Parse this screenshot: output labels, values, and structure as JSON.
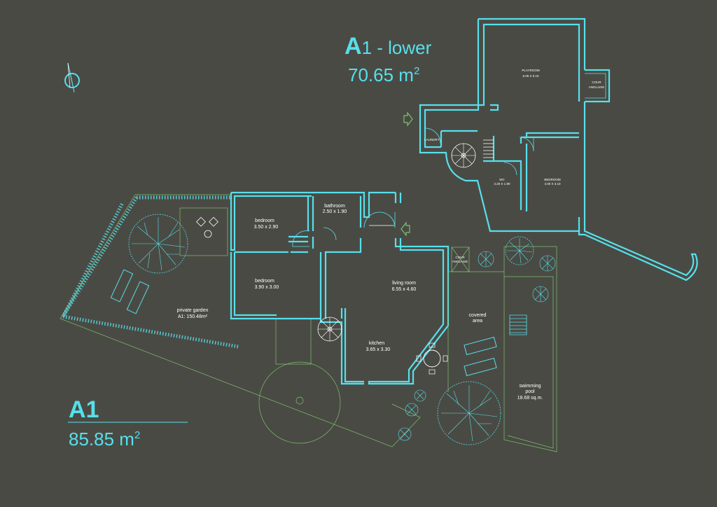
{
  "colors": {
    "background": "#4a4a44",
    "walls": "#56e0ec",
    "landscape": "#7cc070",
    "text": "#ffffff"
  },
  "lower_unit": {
    "letter": "A",
    "title_rest": "1 - lower",
    "area_number": "70.65 m",
    "area_sup": "2"
  },
  "main_unit": {
    "letter": "A",
    "title_rest": "1",
    "area_number": "85.85 m",
    "area_sup": "2"
  },
  "rooms": {
    "bedroom1": {
      "name": "bedroom",
      "size": "3.50 x 2.90"
    },
    "bathroom": {
      "name": "bathroom",
      "size": "2.50 x 1.90"
    },
    "bedroom2": {
      "name": "bedroom",
      "size": "3.90 x 3.00"
    },
    "living": {
      "name": "living room",
      "size": "6.55 x 4.60"
    },
    "kitchen": {
      "name": "kitchen",
      "size": "3.65 x 3.30"
    },
    "garden": {
      "name": "private garden",
      "size": "A1: 150.48m²"
    },
    "covered": {
      "line1": "covered",
      "line2": "area"
    },
    "pool": {
      "line1": "swimming",
      "line2": "pool",
      "size": "18.68 sq.m."
    },
    "cour_main": {
      "line1": "COUR",
      "line2": "ANGLAISE"
    },
    "playroom": {
      "name": "PLAYROOM",
      "size": "6.05 X 5.10"
    },
    "cour_lower": {
      "line1": "COUR",
      "line2": "ANGLAISE"
    },
    "laundry": {
      "name": "LAUNDRY"
    },
    "wc": {
      "name": "WC",
      "size": "2.20 X 1.90"
    },
    "bedroom_lower": {
      "name": "BEDROOM",
      "size": "4.00 X 3.10"
    }
  },
  "icons": [
    "compass-icon",
    "entrance-arrow-icon",
    "tree-icon",
    "spiral-stair-icon",
    "sun-lounger-icon",
    "dining-table-icon"
  ]
}
